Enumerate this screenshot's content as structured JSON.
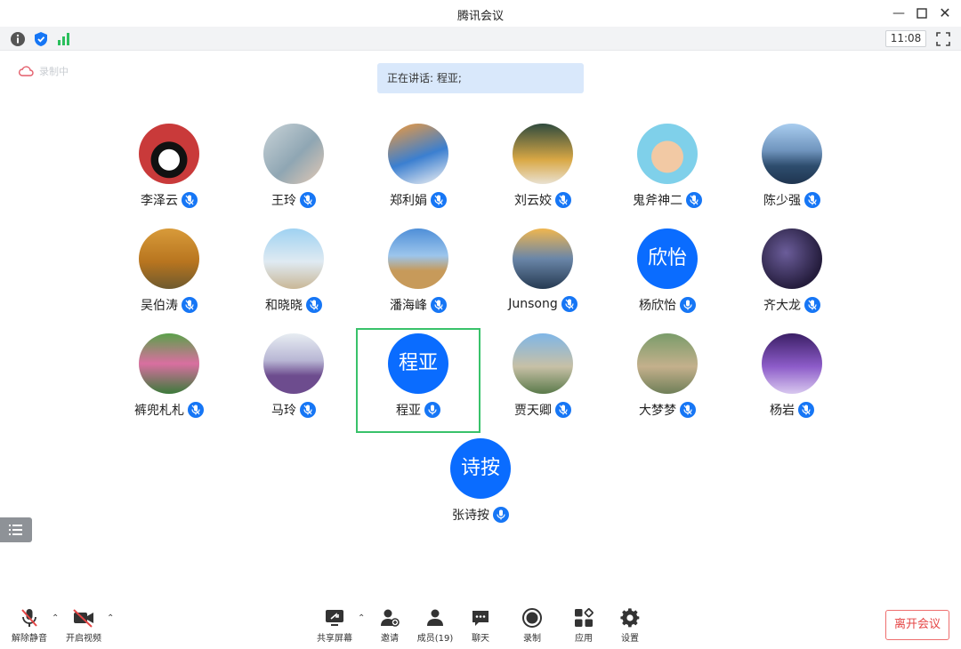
{
  "window": {
    "title": "腾讯会议"
  },
  "infobar": {
    "time": "11:08"
  },
  "recording": {
    "label": "录制中"
  },
  "speaking": {
    "text": "正在讲话: 程亚;"
  },
  "participants": [
    {
      "name": "李泽云",
      "avatar": "minnie-mouse-photo"
    },
    {
      "name": "王玲",
      "avatar": "anime-photo"
    },
    {
      "name": "郑利娟",
      "avatar": "butterfly-photo"
    },
    {
      "name": "刘云姣",
      "avatar": "sunflower-photo"
    },
    {
      "name": "鬼斧神二",
      "avatar": "cartoon-boy-photo"
    },
    {
      "name": "陈少强",
      "avatar": "lake-photo"
    },
    {
      "name": "吴伯涛",
      "avatar": "autumn-tree-photo"
    },
    {
      "name": "和晓晓",
      "avatar": "beach-person-photo"
    },
    {
      "name": "潘海峰",
      "avatar": "camel-desert-photo"
    },
    {
      "name": "Junsong",
      "avatar": "lake-sunset-photo"
    },
    {
      "name": "杨欣怡",
      "avatar_text": "欣怡"
    },
    {
      "name": "齐大龙",
      "avatar": "night-sky-photo"
    },
    {
      "name": "裤兜札札",
      "avatar": "garden-photo"
    },
    {
      "name": "马玲",
      "avatar": "lavender-field-photo"
    },
    {
      "name": "程亚",
      "avatar_text": "程亚"
    },
    {
      "name": "贾天卿",
      "avatar": "lakeside-person-photo"
    },
    {
      "name": "大梦梦",
      "avatar": "garden-person-photo"
    },
    {
      "name": "杨岩",
      "avatar": "purple-landscape-photo"
    },
    {
      "name": "张诗按",
      "avatar_text": "诗按"
    }
  ],
  "toolbar": {
    "unmute": "解除静音",
    "video": "开启视频",
    "share": "共享屏幕",
    "invite": "邀请",
    "members": "成员(19)",
    "chat": "聊天",
    "record": "录制",
    "apps": "应用",
    "settings": "设置",
    "leave": "离开会议"
  },
  "colors": {
    "accent": "#0a6cff",
    "active_border": "#39c26a",
    "leave": "#e54545"
  }
}
